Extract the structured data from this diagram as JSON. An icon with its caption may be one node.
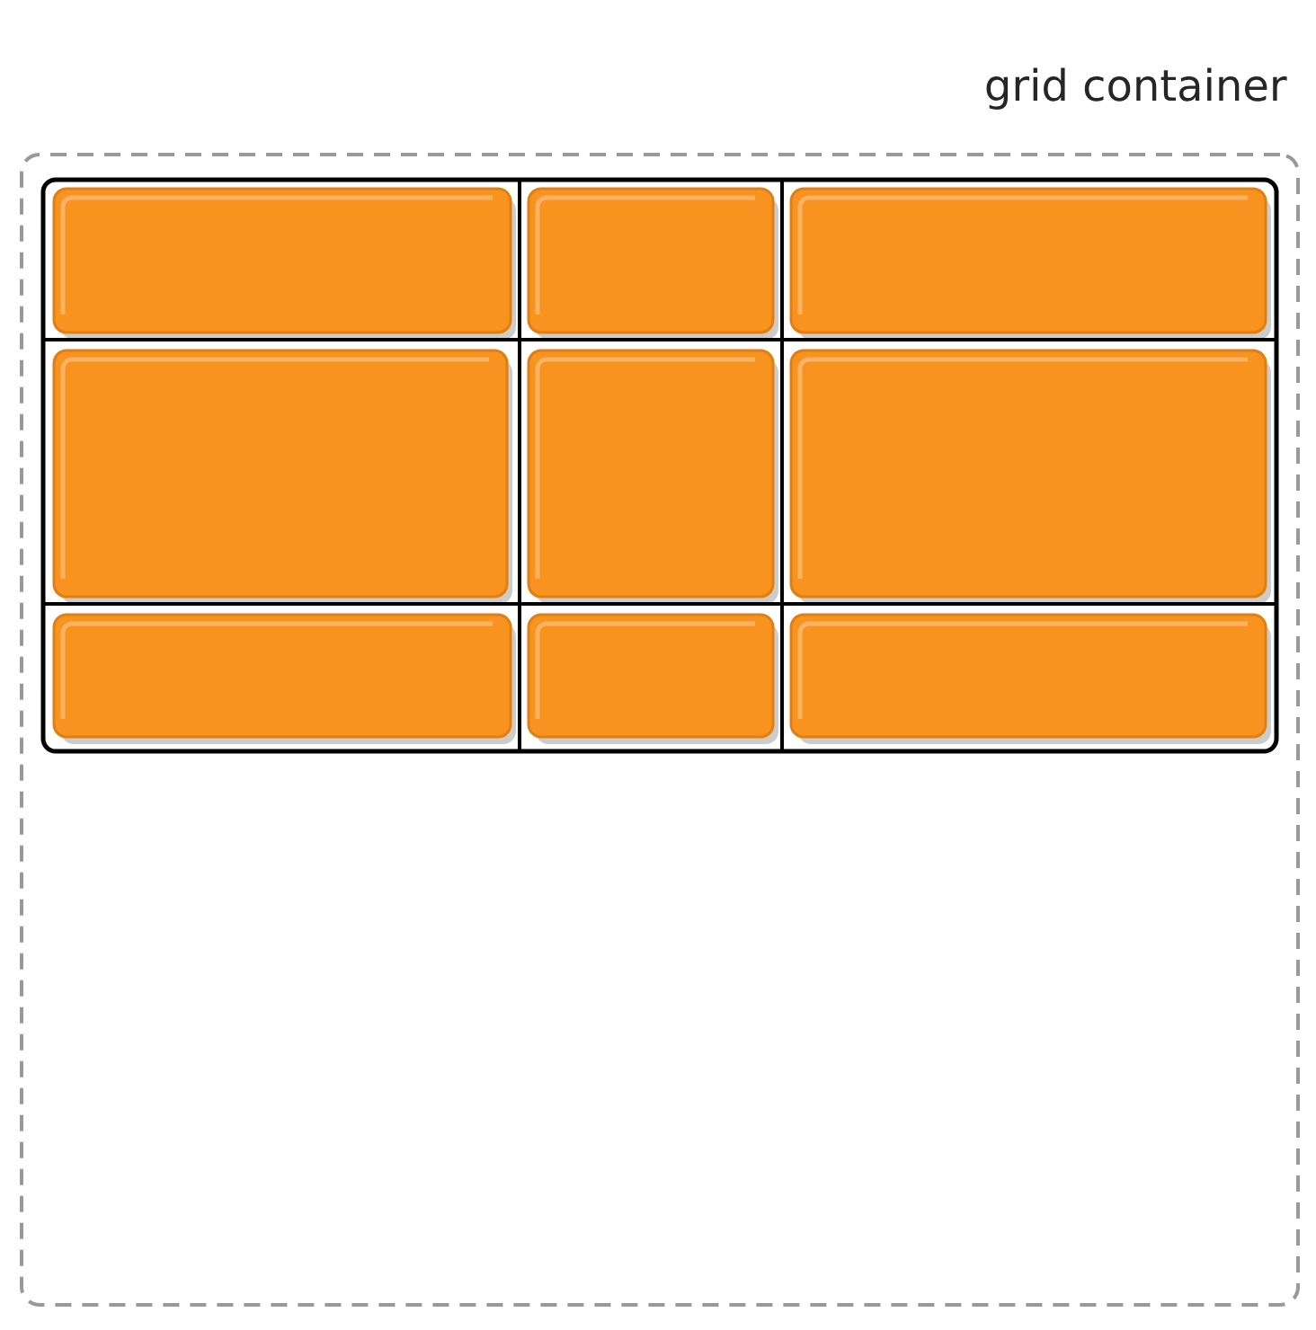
{
  "diagram": {
    "nodes": [
      {
        "text": [
          "grid container"
        ]
      },
      {
        "text": [],
        "shape": "box",
        "in": 0
      },
      {
        "text": [],
        "shape": "box",
        "in": 1
      },
      {
        "text": [],
        "shape": "box",
        "in": 1
      },
      {
        "text": [],
        "shape": "box",
        "in": 1
      },
      {
        "text": [],
        "shape": "box",
        "in": 1
      },
      {
        "text": [],
        "shape": "box",
        "in": 1
      },
      {
        "text": [],
        "shape": "box",
        "in": 1
      },
      {
        "text": [],
        "shape": "box",
        "in": 1
      },
      {
        "text": [],
        "shape": "box",
        "in": 1
      },
      {
        "text": [],
        "shape": "box",
        "in": 1
      }
    ]
  }
}
